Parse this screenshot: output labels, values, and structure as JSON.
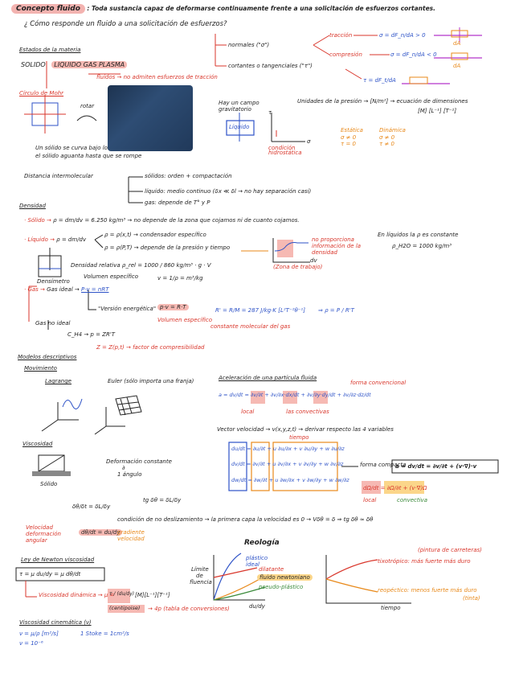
{
  "title": {
    "label": "Concepto fluido",
    "definition": ": Toda sustancia capaz de deformarse continuamente frente a una solicitación de esfuerzos cortantes."
  },
  "question": "¿ Cómo responde un fluido a una solicitación de esfuerzos?",
  "states": {
    "heading": "Estados de la materia",
    "solid": "SOLIDO",
    "liquid": "LIQUIDO",
    "gas": "GAS",
    "plasma": "PLASMA",
    "fluids_note": "fluidos → no admiten esfuerzos de tracción",
    "mohr": "Círculo de Mohr",
    "rotate": "rotar",
    "solid_note_1": "Un sólido se curva bajo los esfuerzos,",
    "solid_note_2": "el sólido aguanta hasta que se rompe"
  },
  "stress": {
    "normal": "normales (\"σ\")",
    "shear": "cortantes o tangenciales (\"τ\")",
    "traction": "tracción",
    "compression": "compresión",
    "sigma_t": "σ = dF_n/dA > 0",
    "sigma_c": "σ = dF_n/dA < 0",
    "tau": "τ = dF_t/dA",
    "dA": "dA"
  },
  "pressure": {
    "units": "Unidades de la presión → [N/m²] → ecuación de dimensiones",
    "dims": "[M] [L⁻¹] [T⁻²]",
    "field_1": "Hay un campo",
    "field_2": "gravitatorio",
    "liquid_box": "Líquido",
    "hydro_1": "condición",
    "hydro_2": "hidrostática",
    "sigma_axis": "σ",
    "tau_axis": "τ",
    "statics": "Estática",
    "dynamics": "Dinámica",
    "st_1": "σ ≠ 0",
    "st_2": "τ = 0",
    "dy_1": "σ ≠ 0",
    "dy_2": "τ ≠ 0"
  },
  "distance": {
    "label": "Distancia intermolecular",
    "solids": "sólidos: orden + compactación",
    "liquids": "líquido: medio continuo (δx ≪ δl → no hay separación casi)",
    "gas": "gas: depende de T° y P"
  },
  "density": {
    "heading": "Densidad",
    "solid_label": "· Sólido →",
    "solid_eq": "ρ = dm/dv = 6.250 kg/m³ → no depende de la zona que cojamos ni de cuanto cojamos.",
    "liquid_label": "· Líquido →",
    "liquid_eq": "ρ = dm/dv",
    "liquid_branch_1": "ρ = ρ(x,t) → condensador específico",
    "liquid_branch_2": "ρ = ρ(P,T) → depende de la presión y tiempo",
    "const_1": "En líquidos la ρ es constante",
    "const_2": "ρ_H2O = 1000 kg/m³",
    "ghost": "no proporciona información de la densidad",
    "work_zone": "(Zona de trabajo)",
    "dv": "dv",
    "rel_density": "Densidad relativa  ρ_rel = 1000 / 860 kg/m³ · g · V",
    "densimeter": "Densímetro",
    "spec_volume": "Volumen específico",
    "spec_volume_eq": "v = 1/ρ = m³/kg",
    "gas_label": "· Gas →",
    "ideal_gas": "Gas ideal →",
    "pv": "P·v = nRT",
    "vers": "\"Versión energética\"",
    "prt": "p·v = R·T",
    "vspec": "Volumen específico",
    "mass_const": "constante molecular del gas",
    "r_eq": "R' = R/M = 287 J/kg·K   [L²T⁻²θ⁻¹]",
    "rho_eq": "⇒ ρ = P / R'T",
    "real_gas": "Gas no ideal",
    "real_eq": "C_H4  →  p = ZR'T",
    "z": "Z = Z(p,t) → factor de compresibilidad"
  },
  "models": {
    "heading": "Modelos descriptivos",
    "movement": "Movimiento",
    "lagrange": "Lagrange",
    "euler": "Euler (sólo importa una franja)",
    "accel": "Aceleración de una partícula fluida",
    "accel_note": "forma convencional",
    "accel_eq": "a = dv/dt = ∂v/∂t + ∂v/∂x·dx/dt + ∂v/∂y·dy/dt + ∂v/∂z·dz/dt",
    "local": "local",
    "convective": "las convectivas",
    "vel_field": "Vector velocidad → v(x,y,z,t) → derivar respecto las 4 variables",
    "time": "tiempo",
    "matrix_r1": "du/dt = ∂u/∂t + u ∂u/∂x + v ∂u/∂y + w ∂u/∂z",
    "matrix_r2": "dv/dt = ∂v/∂t + u ∂v/∂x + v ∂v/∂y + w ∂v/∂z",
    "matrix_r3": "dw/dt = ∂w/∂t + u ∂w/∂x + v ∂w/∂y + w ∂w/∂z",
    "compact": "forma compacta",
    "compact_eq": "a = dv/dt = ∂v/∂t + (v·∇)·v",
    "material": "dΩ/dt = ∂Ω/∂t + (v·∇)Ω",
    "mat_local": "local",
    "mat_conv": "convectiva"
  },
  "viscosity": {
    "heading": "Viscosidad",
    "solid": "Sólido",
    "deform_1": "Deformación constante",
    "deform_2": "∂",
    "deform_3": "1 ángulo",
    "ratio": "δθ/δt = δL/δy",
    "tg": "tg δθ = δL/δy",
    "condition": "condición de no deslizamiento → la primera capa la velocidad es 0 → Vδθ = δ ⇒ tg δθ ≈ δθ",
    "angular_1": "Velocidad",
    "angular_2": "deformación",
    "angular_3": "angular",
    "grad": "gradiente velocidad",
    "equal": "dθ/dt = du/dy"
  },
  "rheology": {
    "title": "Reología",
    "y_label_1": "Límite",
    "y_label_2": "de",
    "y_label_3": "fluencia",
    "x_label": "du/dy",
    "plastic": "plástico ideal",
    "bingham": "dilatante",
    "newtonian": "fluido newtoniano",
    "pseudo": "pseudo-plástico",
    "time_axis": "tiempo",
    "thixo": "tixotrópico: más fuerte más duro",
    "thixo_note": "(pintura de carreteras)",
    "rheo": "reopéctico: menos fuerte más duro",
    "rheo_note": "(tinta)"
  },
  "newton": {
    "heading": "Ley de Newton viscosidad",
    "eq": "τ = μ du/dy = μ dθ/dt",
    "dyn_visc": "Viscosidad dinámica → μ =",
    "mu_frac": "τ / (du/dy)",
    "mu_dims": "[M][L⁻¹][T⁻¹]",
    "centipoise": "(centipoise)",
    "abaco": "→ 4p (tabla de conversiones)"
  },
  "kinematic": {
    "heading": "Viscosidad cinemática (ν)",
    "eq": "ν = μ/ρ   [m²/s]",
    "stokes": "1 Stoke = 1cm²/s",
    "water": "ν = 10⁻⁶"
  }
}
